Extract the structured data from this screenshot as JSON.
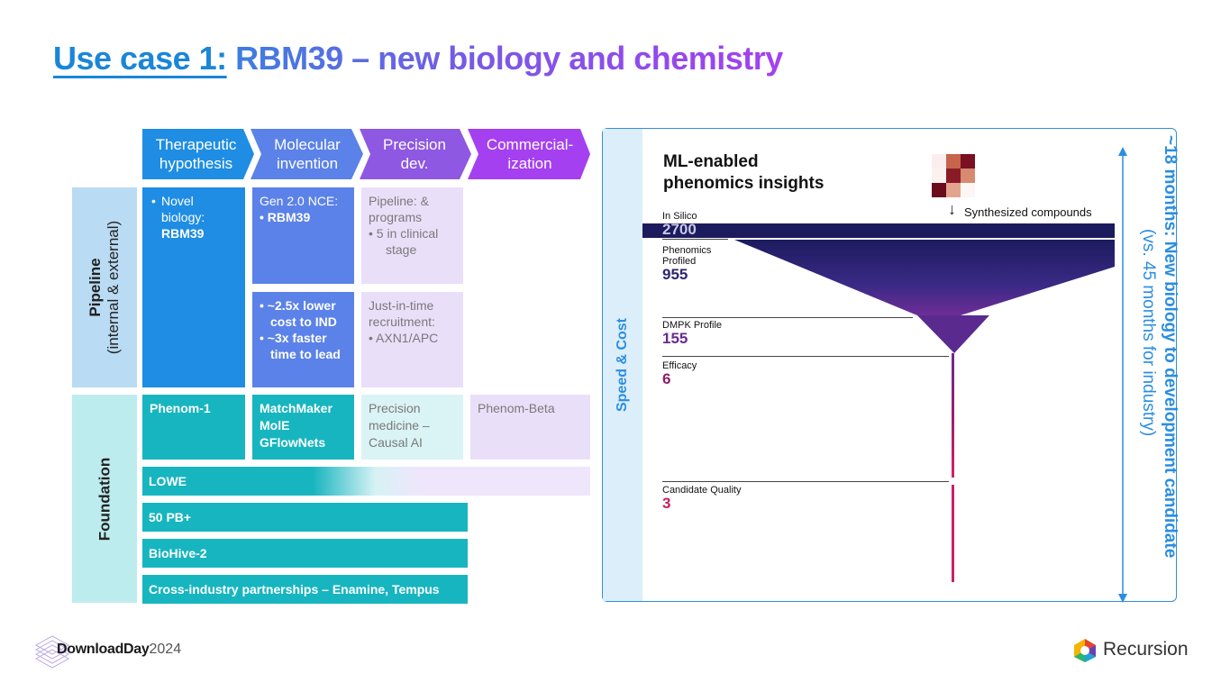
{
  "title": {
    "prefix": "Use case 1:",
    "main": "RBM39 – new biology and chemistry"
  },
  "stages": [
    "Therapeutic hypothesis",
    "Molecular invention",
    "Precision dev.",
    "Commercial-ization"
  ],
  "rows": {
    "pipeline_title": "Pipeline",
    "pipeline_sub": "(internal & external)",
    "foundation": "Foundation"
  },
  "pipeline": {
    "therapeutic": {
      "bullet": "•",
      "line1": "Novel",
      "line2": "biology:",
      "line3": "RBM39"
    },
    "molecular_top": {
      "line1": "Gen 2.0 NCE:",
      "line2": "• RBM39"
    },
    "molecular_bottom": {
      "b1a": "• ~2.5x lower",
      "b1b": "cost to IND",
      "b2a": "• ~3x faster",
      "b2b": "time to lead"
    },
    "precision_top": {
      "line1": "Pipeline: &",
      "line2": "programs",
      "b1a": "•  5 in clinical",
      "b1b": "stage"
    },
    "precision_bottom": {
      "line1": "Just-in-time",
      "line2": "recruitment:",
      "line3": "• AXN1/APC"
    }
  },
  "foundation": {
    "phenom1": "Phenom-1",
    "molecular": [
      "MatchMaker",
      "MolE",
      "GFlowNets"
    ],
    "precision": [
      "Precision",
      "medicine –",
      "Causal AI"
    ],
    "commercial": "Phenom-Beta",
    "bars": [
      "LOWE",
      "50 PB+",
      "BioHive-2",
      "Cross-industry partnerships – Enamine, Tempus"
    ]
  },
  "funnel": {
    "side_label": "Speed & Cost",
    "heading": [
      "ML-enabled",
      "phenomics insights"
    ],
    "synthesized": "Synthesized compounds",
    "arrow_glyph": "↓",
    "stages": [
      {
        "label": [
          "In Silico"
        ],
        "value": "2700",
        "color": "#ffffff"
      },
      {
        "label": [
          "Phenomics",
          "Profiled"
        ],
        "value": "955",
        "color": "#2c2670"
      },
      {
        "label": [
          "DMPK Profile"
        ],
        "value": "155",
        "color": "#6a2a8f"
      },
      {
        "label": [
          "Efficacy"
        ],
        "value": "6",
        "color": "#8c1d6a"
      },
      {
        "label": [
          "Candidate Quality"
        ],
        "value": "3",
        "color": "#c41f5d"
      }
    ],
    "timeline_main": "~18 months: New biology to development candidate",
    "timeline_sub": "(vs. 45 months for industry)"
  },
  "footer": {
    "brand_bold": "DownloadDay",
    "brand_year": "2024",
    "company": "Recursion"
  },
  "colors": {
    "blue_dark": "#1a86d8",
    "molecular": "#5b82e8",
    "precision": "#8e58e2",
    "commercial": "#a540f0",
    "teal": "#17b5bf",
    "funnel_navy": "#1e1a5c"
  }
}
